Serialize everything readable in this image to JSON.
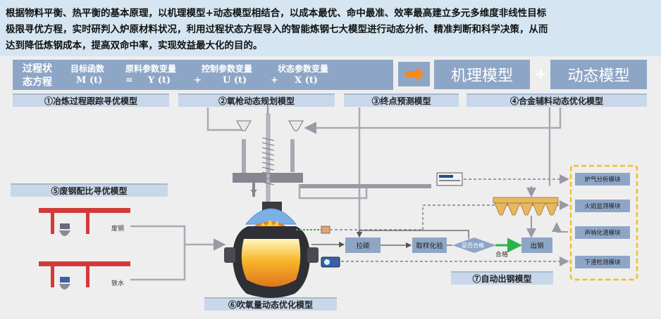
{
  "intro": {
    "line1": "根据物料平衡、热平衡的基本原理，以机理模型+动态模型相结合，以成本最优、命中最准、效率最高建立多元多维度非线性目标",
    "line2": "极限寻优方程，实时研判入炉原材料状况，利用过程状态方程导入的智能炼钢七大模型进行动态分析、精准判断和科学决策，从而",
    "line3": "达到降低炼钢成本，提高双命中率，实现效益最大化的目的。"
  },
  "banner": {
    "label_line1": "过程状",
    "label_line2": "态方程",
    "h_objective": "目标函数",
    "h_material": "原料参数变量",
    "h_control": "控制参数变量",
    "h_state": "状态参数变量",
    "f_m": "M (t)",
    "f_eq": "=",
    "f_y": "Y (t)",
    "f_plus1": "+",
    "f_u": "U (t)",
    "f_plus2": "+",
    "f_x": "X (t)"
  },
  "mechanism_model": "机理模型",
  "plus_sign": "+",
  "dynamic_model": "动态模型",
  "model_headers": {
    "m1": "①冶炼过程跟踪寻优模型",
    "m2": "②氧枪动态规划模型",
    "m3": "③终点预测模型",
    "m4": "④合金辅料动态优化模型",
    "m5": "⑤废钢配比寻优模型",
    "m6": "⑥吹氧量动态优化模型",
    "m7": "⑦自动出钢模型"
  },
  "labels": {
    "scrap": "废钢",
    "hot_metal": "铁水",
    "qualified": "合格"
  },
  "process": {
    "tap_out": "拉碳",
    "sampling": "取样化验",
    "is_qualified": "是否合格",
    "tapping": "出钢"
  },
  "modules": [
    "炉气分析模块",
    "火焰监测模块",
    "声呐化渣模块",
    "下渣检测模块"
  ],
  "colors": {
    "banner": "#8ea6c6",
    "header": "#c8d7e9",
    "intro_bg": "#d5e6f2",
    "arrow": "#f28a1e",
    "dashed_frame": "#f2c020",
    "pipe": "#a9a9b4",
    "green_flow": "#28b44a",
    "crane": "#d23a3a"
  },
  "icons": [
    "arrow-right-icon",
    "hopper-icon",
    "crane-icon",
    "converter-icon",
    "oxygen-lance-icon",
    "analyzer-icon",
    "camera-icon"
  ]
}
